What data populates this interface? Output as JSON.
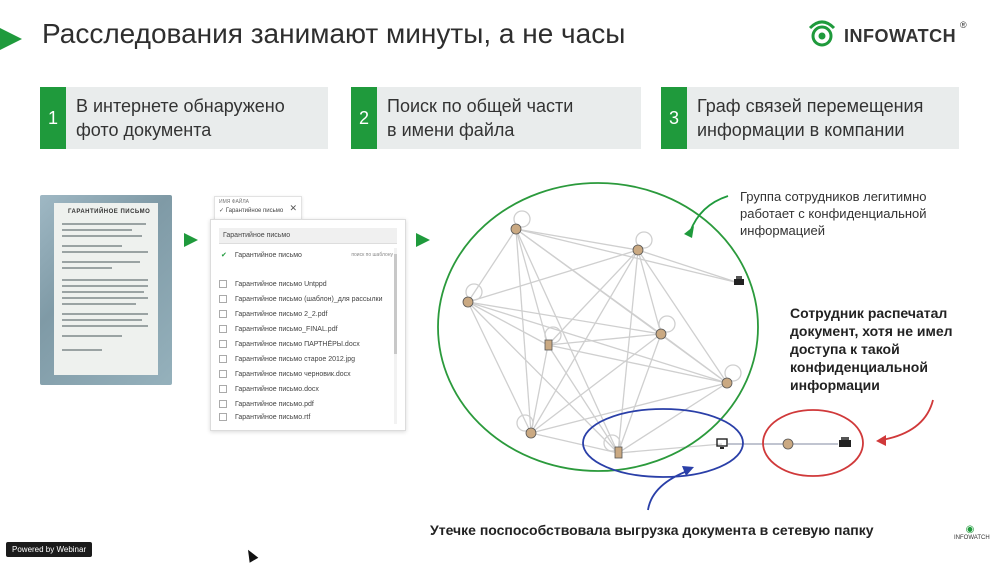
{
  "slide": {
    "title": "Расследования занимают минуты, а не часы",
    "logo": {
      "text": "INFOWATCH",
      "registered": "®"
    }
  },
  "steps": [
    {
      "number": "1",
      "line1": "В интернете обнаружено",
      "line2": "фото документа"
    },
    {
      "number": "2",
      "line1": "Поиск по общей части",
      "line2": "в имени файла"
    },
    {
      "number": "3",
      "line1": "Граф связей перемещения",
      "line2": "информации в компании"
    }
  ],
  "document_photo": {
    "heading": "ГАРАНТИЙНОЕ ПИСЬМО"
  },
  "file_search": {
    "filter_label": "ИМЯ ФАЙЛА",
    "filter_value": "✓ Гарантийное письмо",
    "query": "Гарантийное письмо",
    "selected": "Гарантийное письмо",
    "selected_hint": "поиск по шаблону",
    "results": [
      "Гарантийное письмо Untppd",
      "Гарантийное письмо (шаблон)_для рассылки",
      "Гарантийное письмо 2_2.pdf",
      "Гарантийное письмо_FINAL.pdf",
      "Гарантийное письмо ПАРТНЁРЫ.docx",
      "Гарантийное письмо старое 2012.jpg",
      "Гарантийное письмо черновик.docx",
      "Гарантийное письмо.docx",
      "Гарантийное письмо.pdf",
      "Гарантийное письмо.rtf"
    ]
  },
  "callouts": {
    "legit_group": [
      "Группа сотрудников легитимно",
      "работает с конфиденциальной",
      "информацией"
    ],
    "printed": [
      "Сотрудник распечатал",
      "документ, хотя не имел",
      "доступа к такой",
      "конфиденциальной",
      "информации"
    ],
    "leak": "Утечке поспособствовала выгрузка документа в сетевую папку"
  },
  "footer": {
    "powered_by": "Powered by Webinar",
    "mini_logo": "INFOWATCH"
  },
  "colors": {
    "accent_green": "#1f9a3c",
    "blue_ring": "#2a3fa8",
    "red_ring": "#d0393a",
    "step_bg": "#e9ecec"
  },
  "icons": [
    "printer-icon",
    "monitor-icon",
    "employee-avatar-icon"
  ]
}
